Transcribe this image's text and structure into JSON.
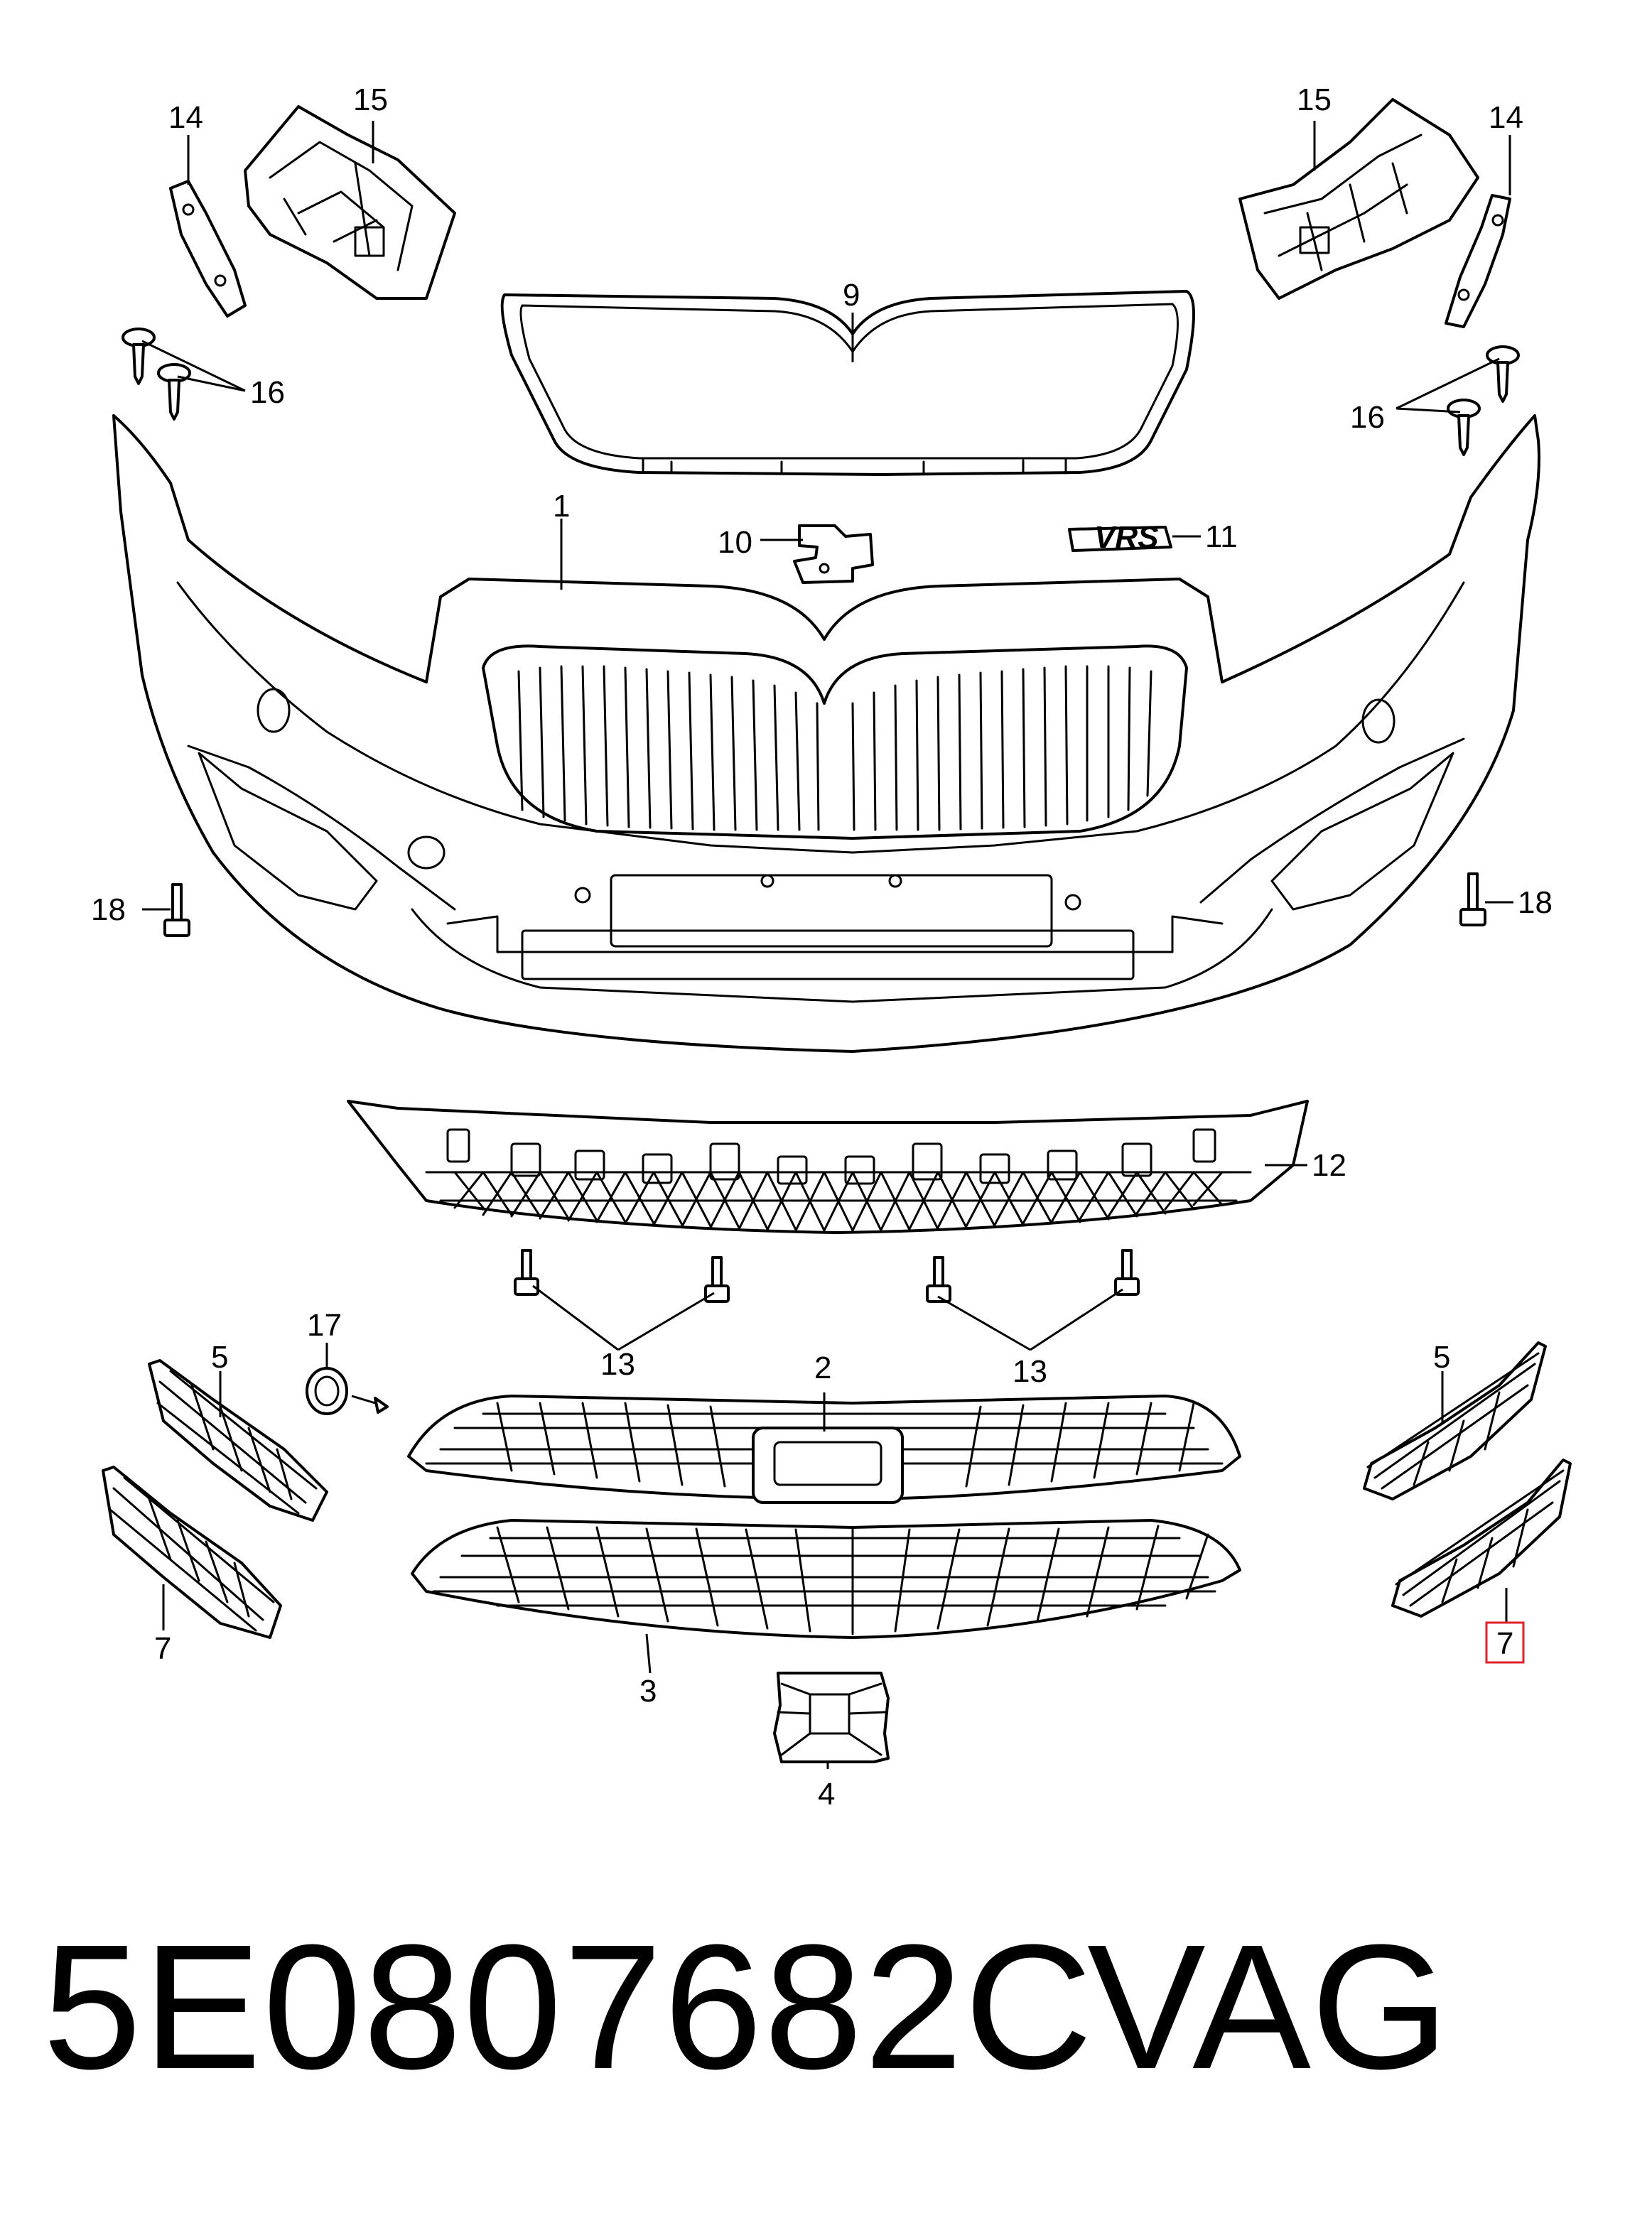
{
  "diagram": {
    "labels": {
      "p1": "1",
      "p2": "2",
      "p3": "3",
      "p4": "4",
      "p5_left": "5",
      "p5_right": "5",
      "p7_left": "7",
      "p7_right": "7",
      "p9": "9",
      "p10": "10",
      "p11": "11",
      "p12": "12",
      "p13_left": "13",
      "p13_right": "13",
      "p14_left": "14",
      "p14_right": "14",
      "p15_left": "15",
      "p15_right": "15",
      "p16_left": "16",
      "p16_right": "16",
      "p17": "17",
      "p18_left": "18",
      "p18_right": "18"
    },
    "emblem_text": "VRS",
    "highlight_color": "#e0202a"
  },
  "footer": {
    "part_number": "5E0807682C",
    "brand": "VAG"
  }
}
